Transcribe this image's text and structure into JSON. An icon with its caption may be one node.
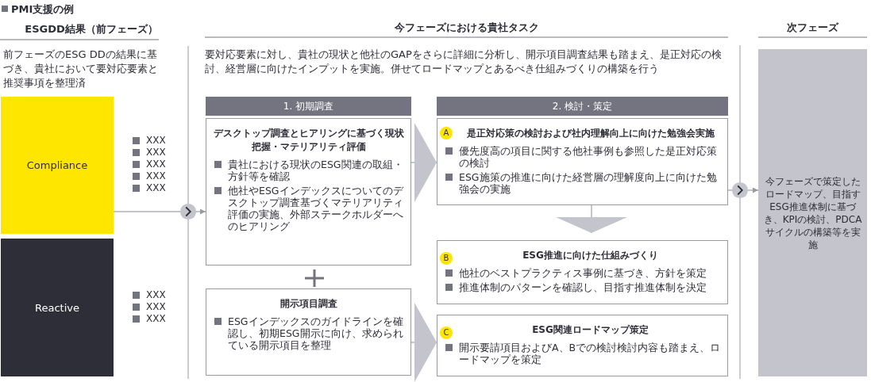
{
  "diagram": {
    "title": "PMI支援の例",
    "nodes": [
      {
        "text": [
          "Compliance"
        ],
        "beside": [
          "XXX",
          "XXX",
          "XXX",
          "XXX",
          "XXX"
        ]
      },
      {
        "text": [
          "Reactive"
        ],
        "beside": [
          "XXX",
          "XXX",
          "XXX"
        ]
      },
      {
        "text": [
          "1. 初期調査"
        ]
      },
      {
        "text": [
          "デスクトップ調査とヒアリングに基づく現状把握・マテリアリティ評価",
          "貴社における現状のESG関連の取組・方針等を確認",
          "他社やESGインデックスについてのデスクトップ調査基づくマテリアリティ評価の実施、外部ステークホルダーへのヒアリング"
        ]
      },
      {
        "text": [
          "開示項目調査",
          "ESGインデックスのガイドラインを確認し、初期ESG開示に向け、求められている開示項目を整理"
        ]
      },
      {
        "text": [
          "2. 検討・策定"
        ]
      },
      {
        "text": [
          "是正対応策の検討および社内理解向上に向けた勉強会実施",
          "優先度高の項目に関する他社事例も参照した是正対応策の検討",
          "ESG施策の推進に向けた経営層の理解度向上に向けた勉強会の実施"
        ]
      },
      {
        "text": [
          "A"
        ],
        "in": 6
      },
      {
        "text": [
          "ESG推進に向けた仕組みづくり",
          "他社のベストプラクティス事例に基づき、方針を策定",
          "推進体制のパターンを確認し、目指す推進体制を決定"
        ]
      },
      {
        "text": [
          "B"
        ],
        "in": 8
      },
      {
        "text": [
          "ESG関連ロードマップ策定",
          "開示要請項目およびA、Bでの検討検討内容も踏まえ、ロードマップを策定"
        ]
      },
      {
        "text": [
          "C"
        ],
        "in": 10
      },
      {
        "text": [
          "今フェーズで策定したロードマップ、目指すESG推進体制に基づき、KPIの検討、PDCAサイクルの構築等を実施"
        ]
      }
    ],
    "edges": [
      {
        "from": 0,
        "to": 3,
        "arrow": "to"
      },
      {
        "from": 3,
        "to": 6,
        "arrow": "to"
      },
      {
        "from": 4,
        "to": 10,
        "arrow": "to"
      },
      {
        "from": 6,
        "to": 8,
        "arrow": "to"
      },
      {
        "from": 6,
        "to": 12,
        "arrow": "to"
      }
    ],
    "labels": [
      "ESGDD結果（前フェーズ）",
      "今フェーズにおける貴社タスク",
      "次フェーズ",
      "前フェーズのESG DDの結果に基づき、貴社において要対応要素と推奨事項を整理済",
      "要対応要素に対し、貴社の現状と他社のGAPをさらに詳細に分析し、開示項目調査結果も踏まえ、是正対応の検討、経営層に向けたインプットを実施。併せてロードマップとあるべき仕組みづくりの構築を行う"
    ]
  }
}
